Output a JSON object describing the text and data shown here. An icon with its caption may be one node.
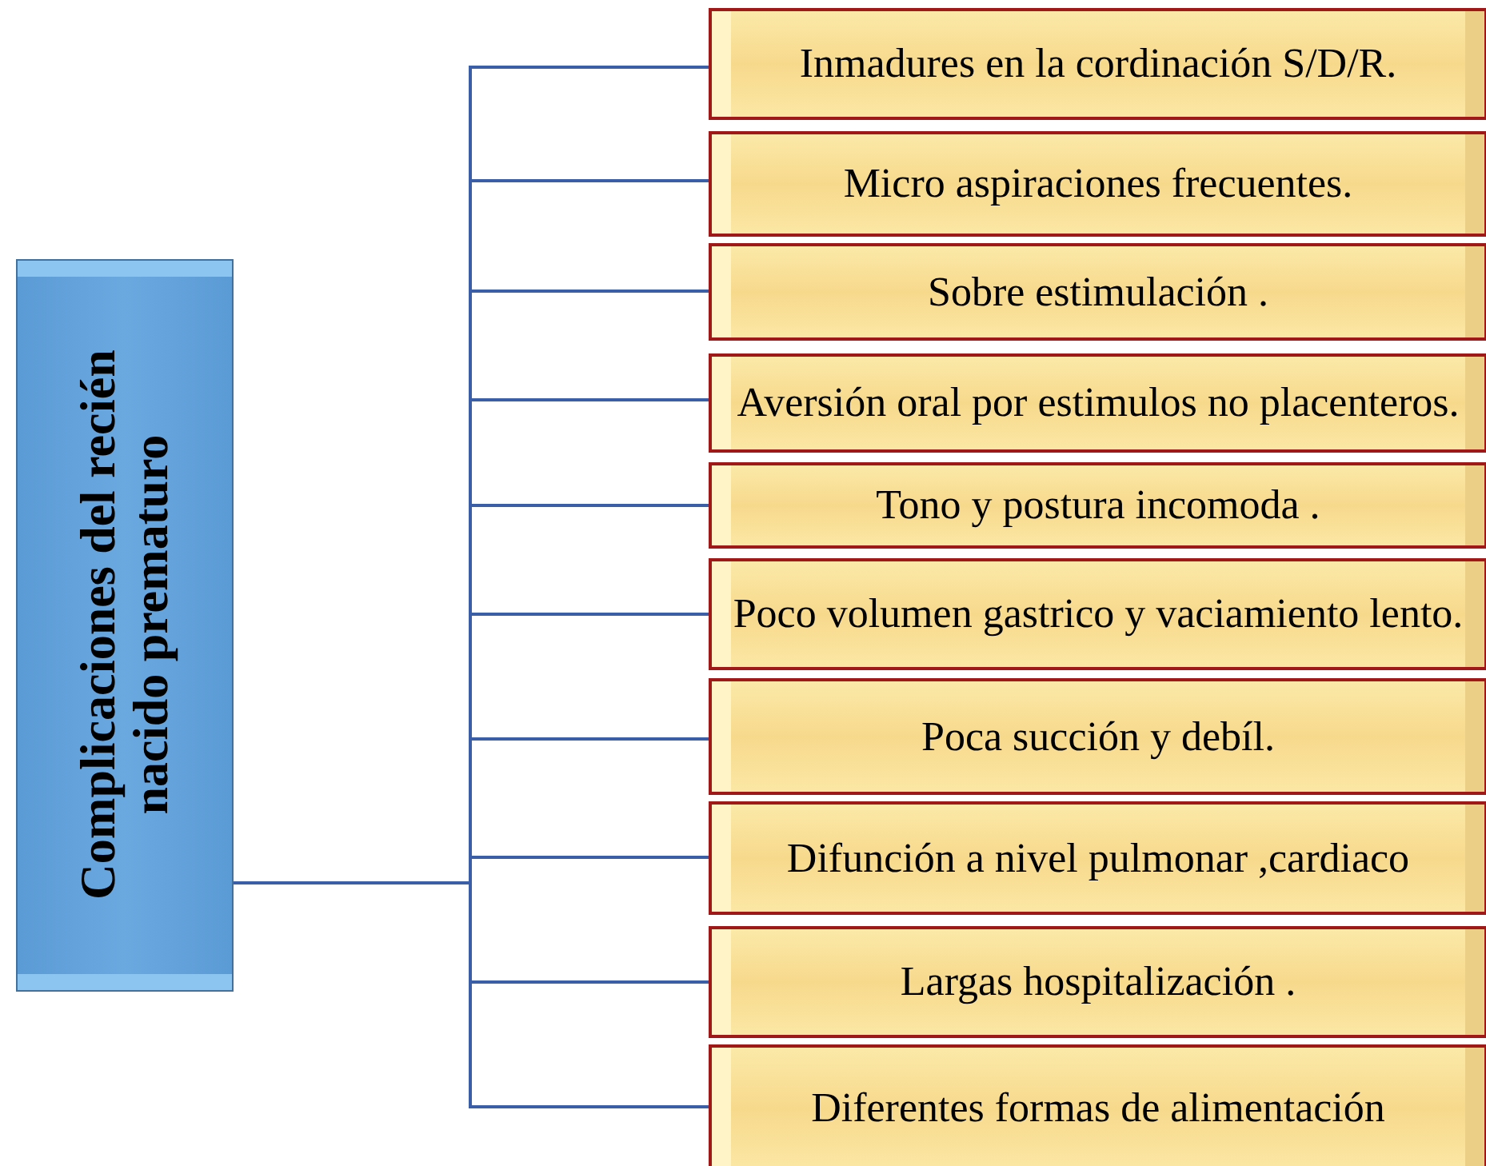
{
  "diagram": {
    "nodes": [
      {
        "text": [
          "Complicaciones del recién nacido prematuro"
        ]
      },
      {
        "text": [
          "Inmadures en la cordinación S/D/R."
        ]
      },
      {
        "text": [
          "Micro aspiraciones frecuentes."
        ]
      },
      {
        "text": [
          "Sobre estimulación ."
        ]
      },
      {
        "text": [
          "Aversión oral por estimulos no placenteros."
        ]
      },
      {
        "text": [
          "Tono y postura incomoda ."
        ]
      },
      {
        "text": [
          "Poco volumen gastrico y vaciamiento lento."
        ]
      },
      {
        "text": [
          "Poca succión  y debíl."
        ]
      },
      {
        "text": [
          "Difunción a nivel pulmonar ,cardiaco"
        ]
      },
      {
        "text": [
          "Largas hospitalización ."
        ]
      },
      {
        "text": [
          "Diferentes formas de alimentación"
        ]
      }
    ],
    "edges": [
      {
        "from": 0,
        "to": 1,
        "arrow": "none"
      },
      {
        "from": 0,
        "to": 2,
        "arrow": "none"
      },
      {
        "from": 0,
        "to": 3,
        "arrow": "none"
      },
      {
        "from": 0,
        "to": 4,
        "arrow": "none"
      },
      {
        "from": 0,
        "to": 5,
        "arrow": "none"
      },
      {
        "from": 0,
        "to": 6,
        "arrow": "none"
      },
      {
        "from": 0,
        "to": 7,
        "arrow": "none"
      },
      {
        "from": 0,
        "to": 8,
        "arrow": "none"
      },
      {
        "from": 0,
        "to": 9,
        "arrow": "none"
      },
      {
        "from": 0,
        "to": 10,
        "arrow": "none"
      }
    ]
  }
}
